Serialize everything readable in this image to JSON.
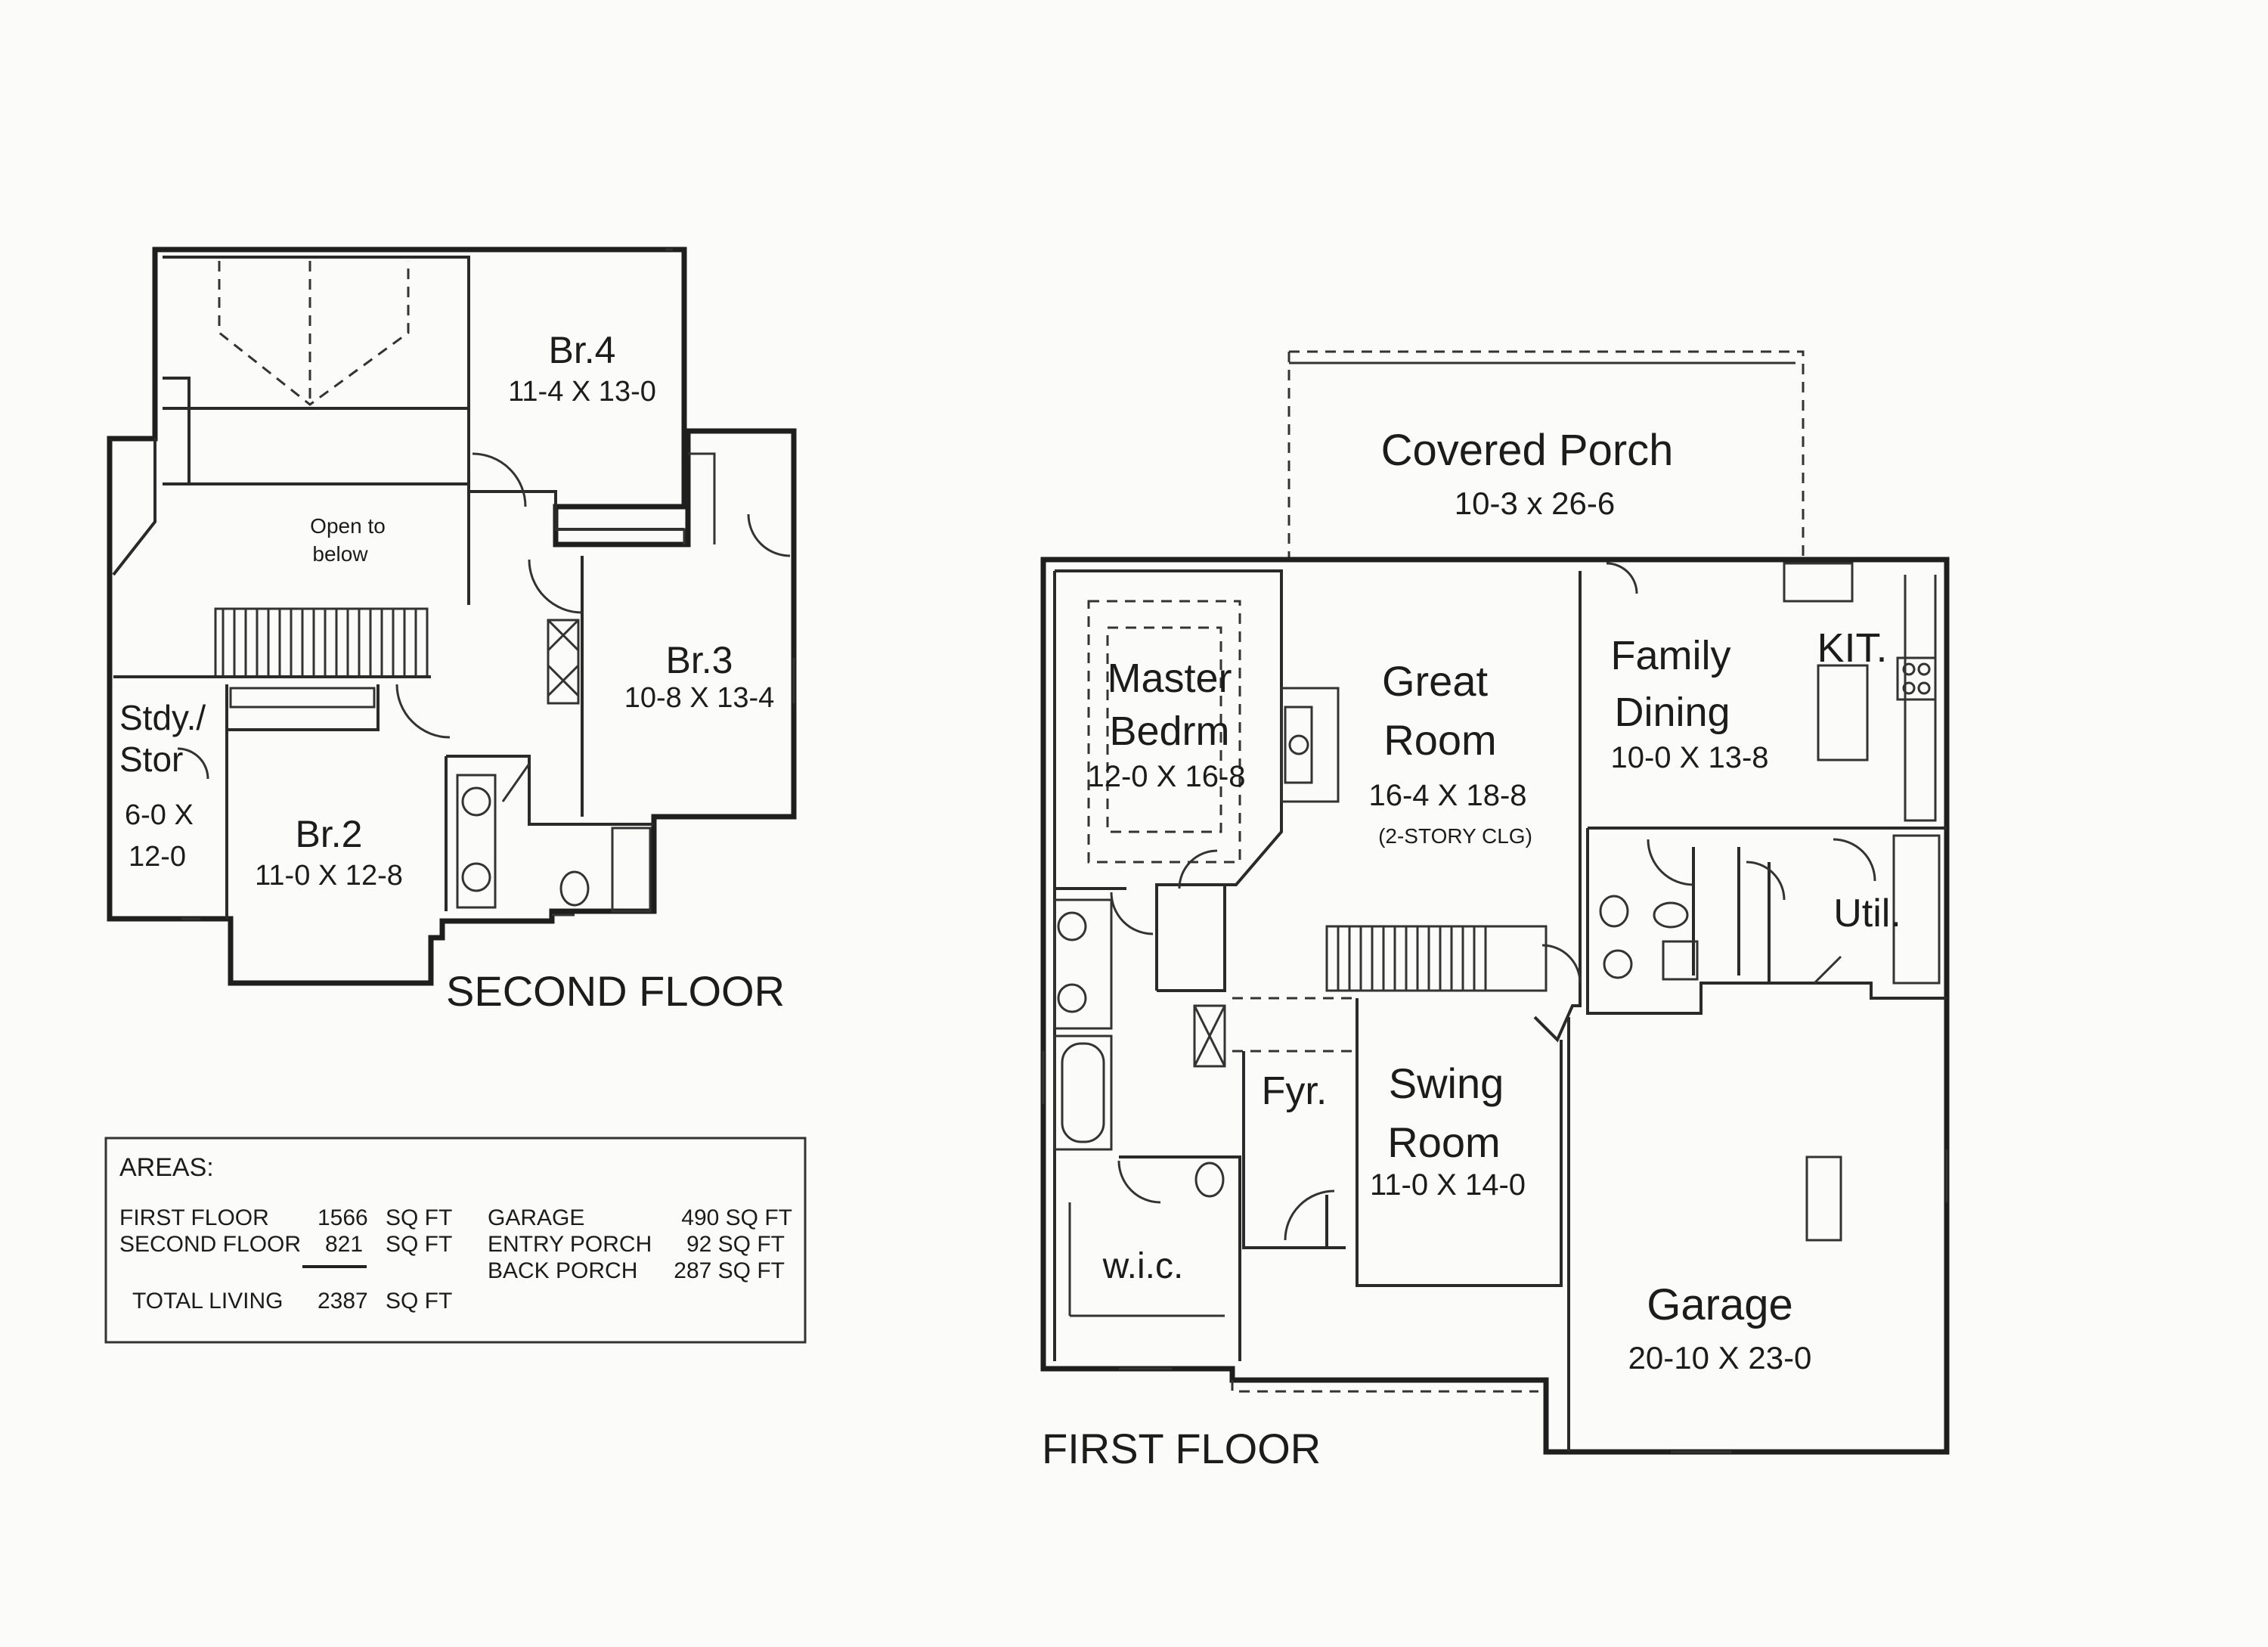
{
  "second_floor": {
    "title": "SECOND FLOOR",
    "rooms": [
      {
        "id": "br4",
        "name": "Br.4",
        "size": "11-4 X 13-0"
      },
      {
        "id": "br3",
        "name": "Br.3",
        "size": "10-8 X 13-4"
      },
      {
        "id": "br2",
        "name": "Br.2",
        "size": "11-0 X 12-8"
      },
      {
        "id": "stdy",
        "name_line1": "Stdy./",
        "name_line2": "Stor",
        "size_line1": "6-0 X",
        "size_line2": "12-0"
      },
      {
        "id": "open",
        "name_line1": "Open to",
        "name_line2": "below"
      }
    ]
  },
  "first_floor": {
    "title": "FIRST FLOOR",
    "covered_porch": {
      "name": "Covered Porch",
      "size": "10-3 x 26-6"
    },
    "master": {
      "name_line1": "Master",
      "name_line2": "Bedrm",
      "size": "12-0 X 16-8"
    },
    "great_room": {
      "name_line1": "Great",
      "name_line2": "Room",
      "size": "16-4 X 18-8",
      "note": "(2-STORY CLG)"
    },
    "family_dining": {
      "name_line1": "Family",
      "name_line2": "Dining",
      "size": "10-0 X 13-8"
    },
    "kitchen": {
      "name": "KIT."
    },
    "utility": {
      "name": "Util."
    },
    "foyer": {
      "name": "Fyr."
    },
    "swing_room": {
      "name_line1": "Swing",
      "name_line2": "Room",
      "size": "11-0 X 14-0"
    },
    "wic": {
      "name": "w.i.c."
    },
    "garage": {
      "name": "Garage",
      "size": "20-10 X 23-0"
    }
  },
  "areas": {
    "heading": "AREAS:",
    "rows": [
      {
        "label": "FIRST FLOOR",
        "value": "1566",
        "unit": "SQ FT"
      },
      {
        "label": "SECOND FLOOR",
        "value": "821",
        "unit": "SQ FT"
      },
      {
        "label": "TOTAL LIVING",
        "value": "2387",
        "unit": "SQ FT"
      }
    ],
    "right_rows": [
      {
        "label": "GARAGE",
        "value": "490 SQ FT"
      },
      {
        "label": "ENTRY PORCH",
        "value": "92 SQ FT"
      },
      {
        "label": "BACK PORCH",
        "value": "287 SQ FT"
      }
    ]
  }
}
